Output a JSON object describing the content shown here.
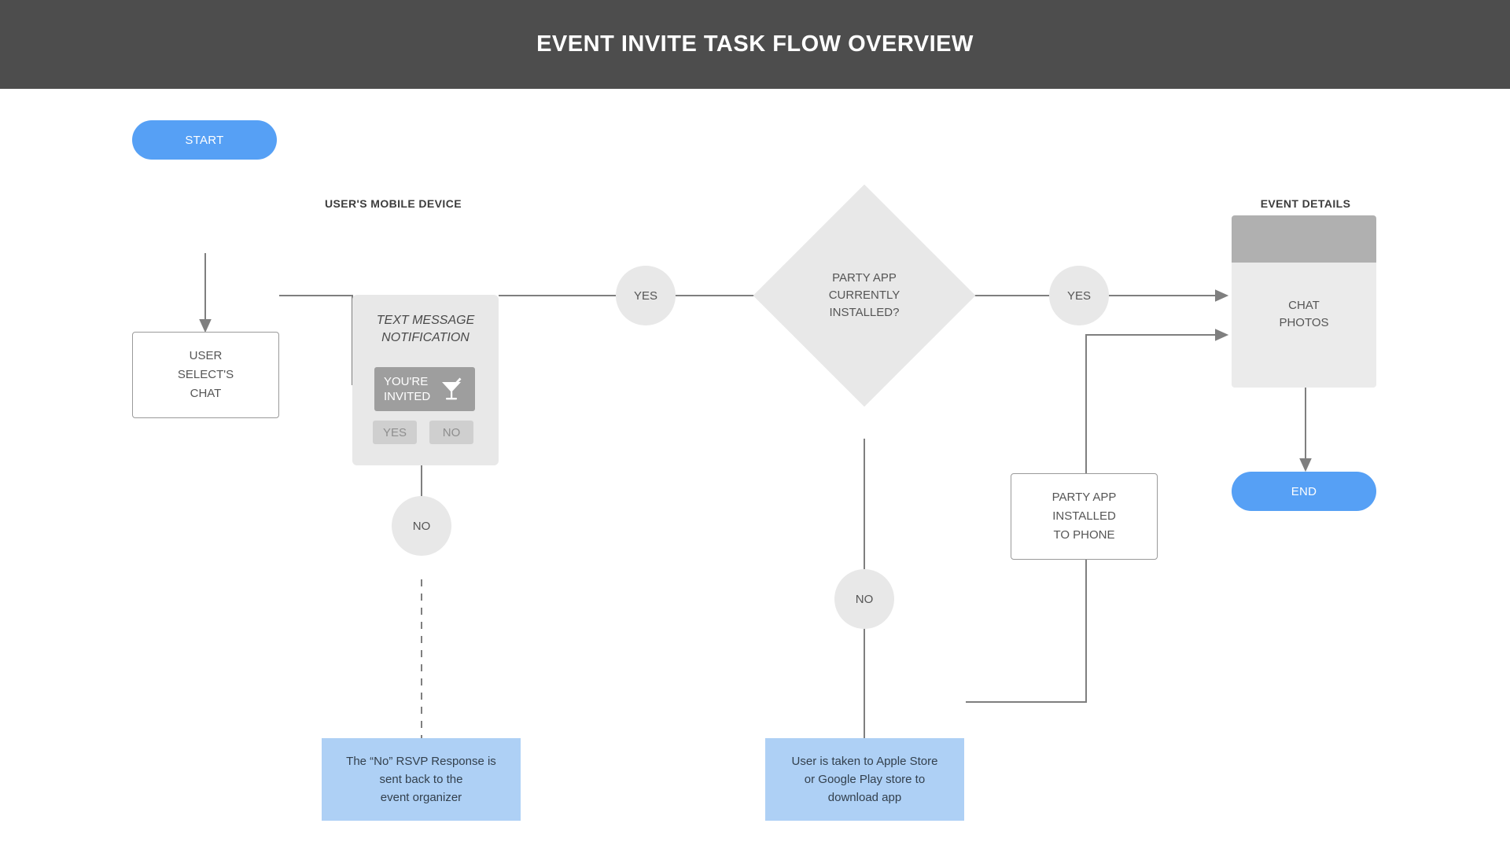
{
  "header": {
    "title": "EVENT INVITE TASK FLOW OVERVIEW"
  },
  "colors": {
    "header_bg": "#4d4d4d",
    "accent_blue": "#56a0f5",
    "note_blue": "#aed0f5",
    "node_gray": "#e8e8e8",
    "panel_header_gray": "#b0b0b0",
    "edge_gray": "#7f7f7f"
  },
  "group_labels": {
    "mobile_device": "USER'S MOBILE DEVICE",
    "event_details": "EVENT DETAILS"
  },
  "nodes": {
    "start": {
      "label": "START"
    },
    "end": {
      "label": "END"
    },
    "user_selects_chat": {
      "label": "USER\nSELECT'S\nCHAT"
    },
    "decision": {
      "label": "PARTY APP\nCURRENTLY\nINSTALLED?"
    },
    "app_installed": {
      "label": "PARTY APP\nINSTALLED\nTO PHONE"
    },
    "chat_photos": {
      "label": "CHAT\nPHOTOS"
    }
  },
  "phone": {
    "caption": "TEXT MESSAGE\nNOTIFICATION",
    "invite_text": "YOU'RE\nINVITED",
    "invite_icon": "martini-glass-icon",
    "buttons": [
      {
        "label": "YES"
      },
      {
        "label": "NO"
      }
    ]
  },
  "connector_labels": {
    "rsvp_yes": "YES",
    "rsvp_no": "NO",
    "install_yes": "YES",
    "install_no": "NO"
  },
  "notes": {
    "no_rsvp": "The “No” RSVP Response is\nsent back to the\nevent organizer",
    "store_download": "User is taken to Apple Store\nor Google Play store to\ndownload app"
  }
}
